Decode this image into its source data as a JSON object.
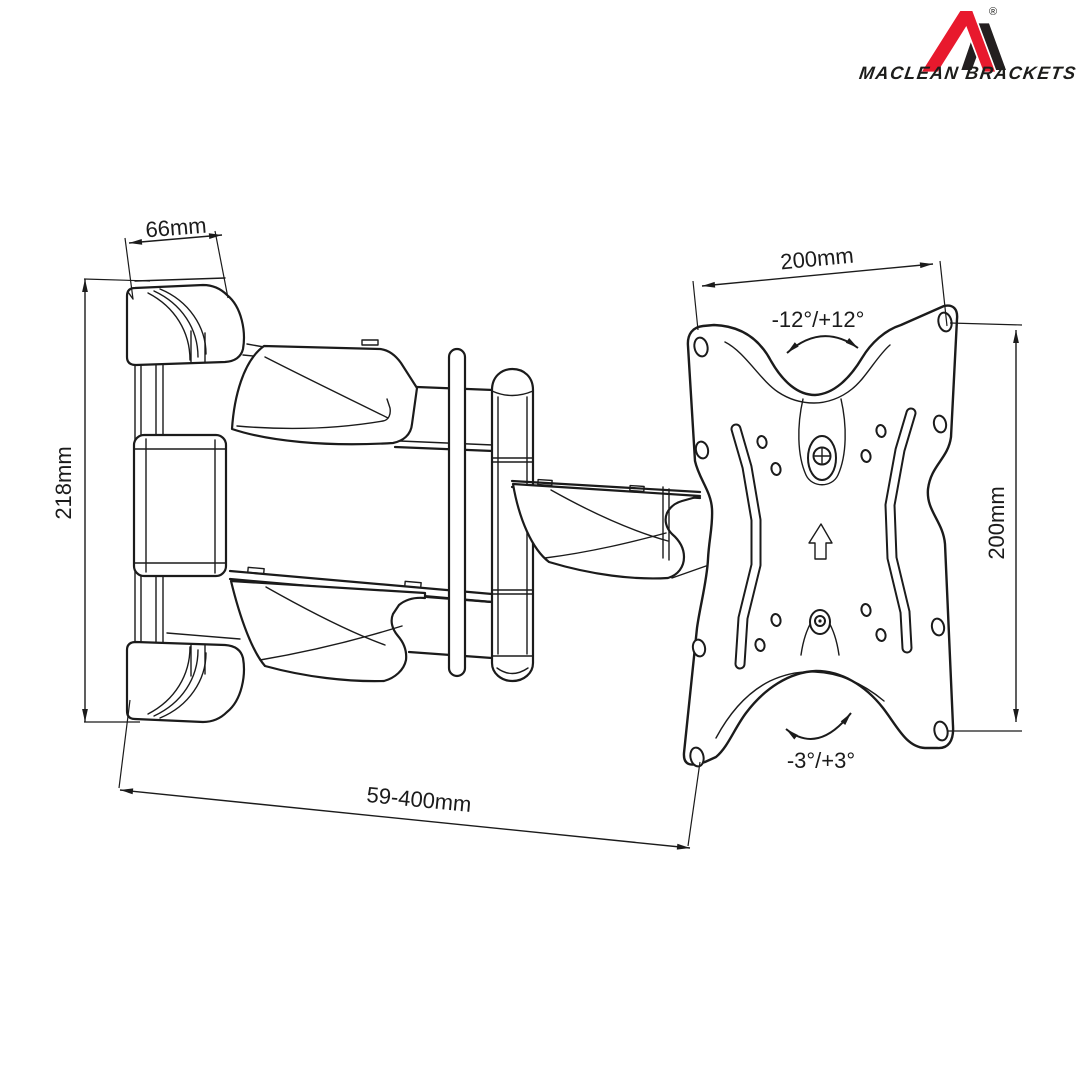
{
  "page": {
    "background": "#ffffff"
  },
  "brand": {
    "name_text": "MACLEAN BRACKETS",
    "registered_mark": "®",
    "colors": {
      "red": "#e8192d",
      "dark": "#1d1d1b"
    }
  },
  "drawing": {
    "line_color": "#1b1b1b",
    "subject": "articulating-tv-wall-mount-technical-drawing",
    "labels": {
      "bracket_depth": "66mm",
      "wall_plate_height": "218mm",
      "plate_width": "200mm",
      "plate_height": "200mm",
      "extension_range": "59-400mm",
      "tilt_range": "-12°/+12°",
      "rotation_range": "-3°/+3°"
    }
  }
}
